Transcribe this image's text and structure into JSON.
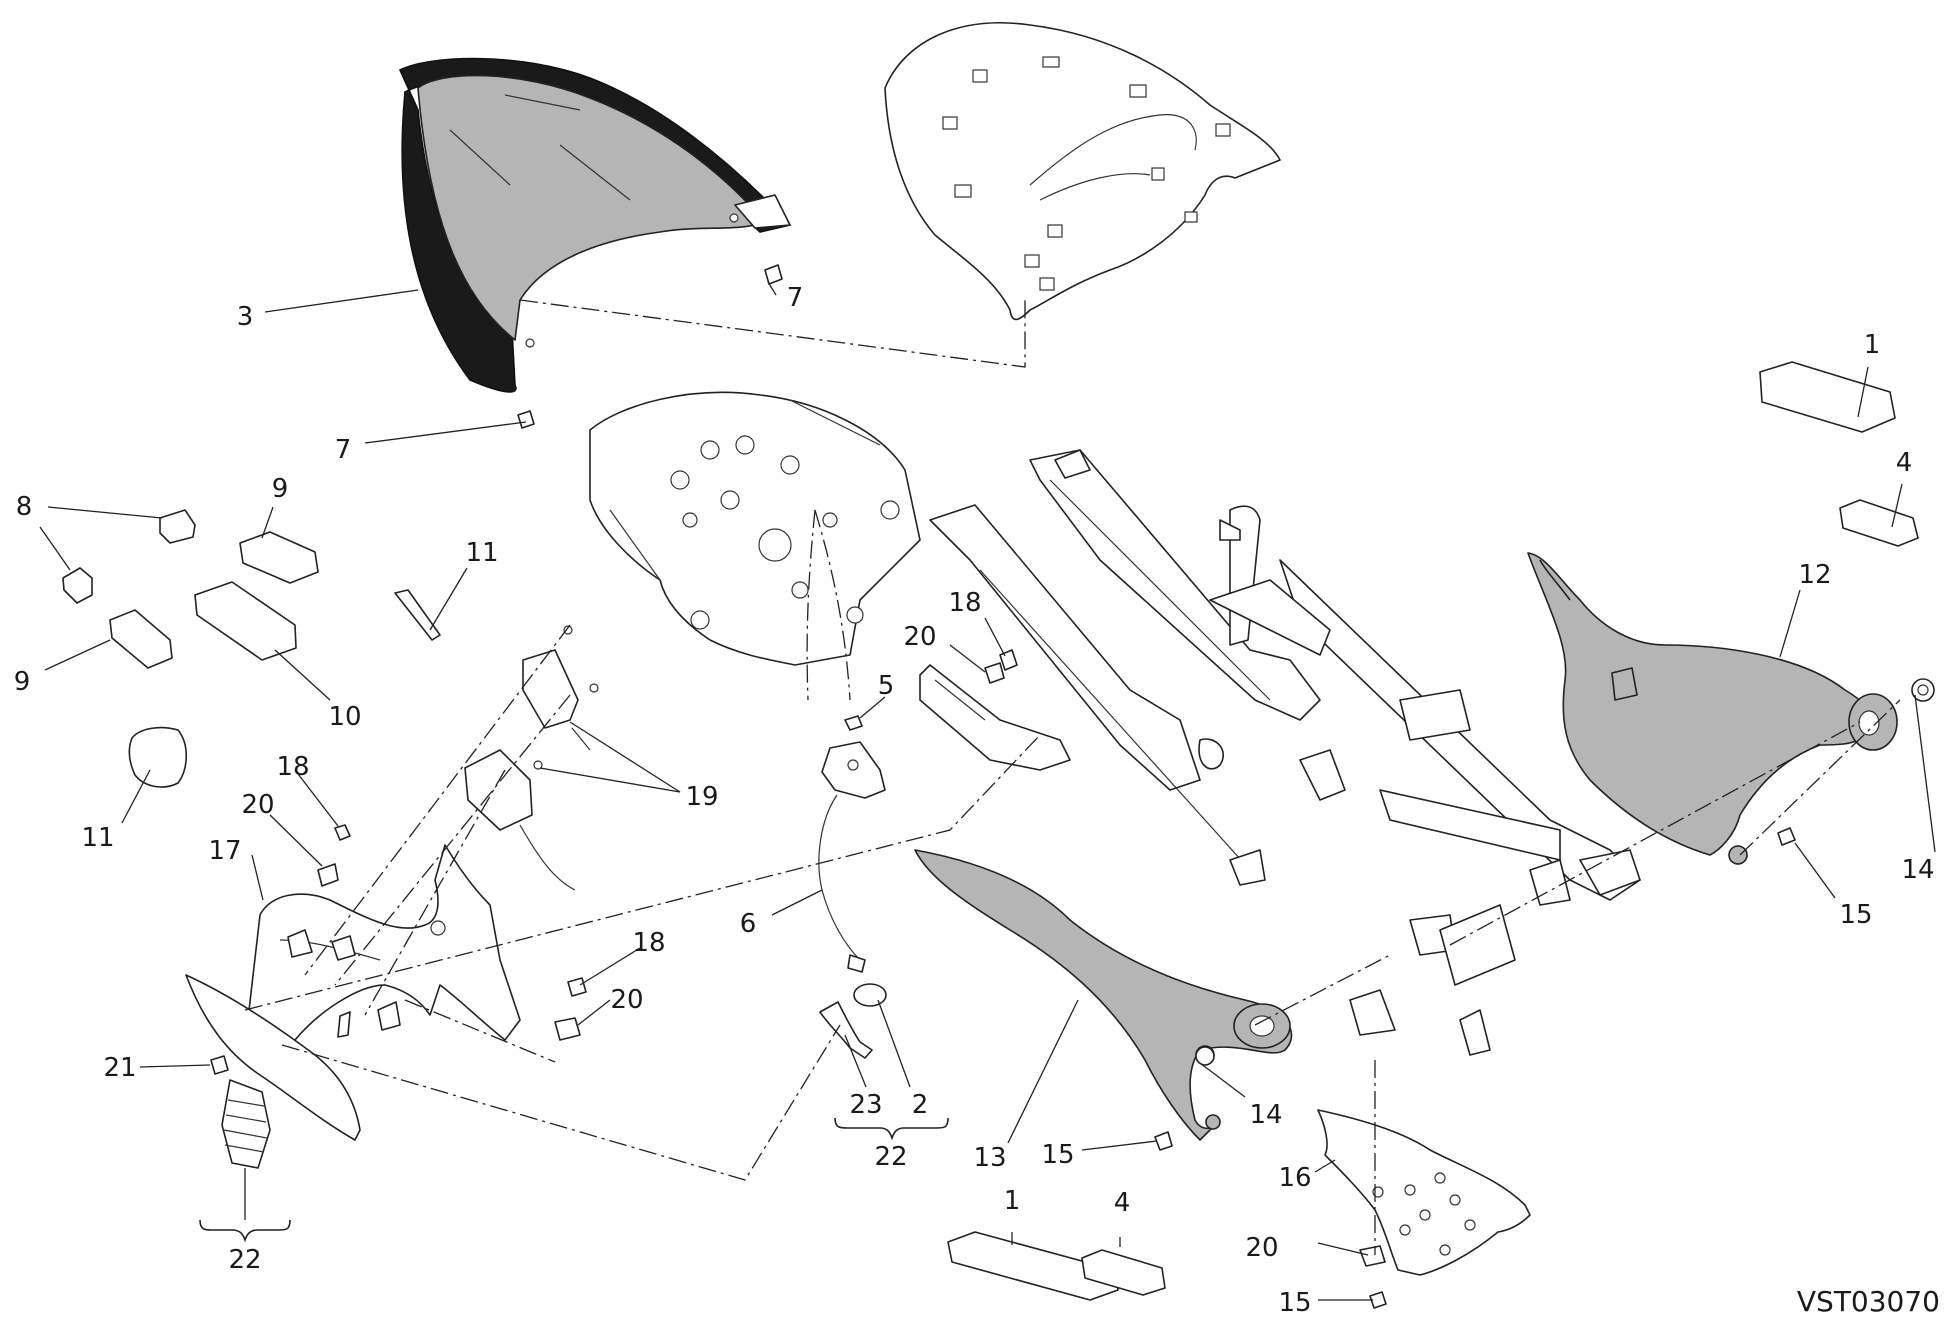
{
  "drawing": {
    "code": "VST03070",
    "callouts": [
      {
        "id": "c1a",
        "label": "1"
      },
      {
        "id": "c1b",
        "label": "1"
      },
      {
        "id": "c2",
        "label": "2"
      },
      {
        "id": "c3",
        "label": "3"
      },
      {
        "id": "c4a",
        "label": "4"
      },
      {
        "id": "c4b",
        "label": "4"
      },
      {
        "id": "c5",
        "label": "5"
      },
      {
        "id": "c6",
        "label": "6"
      },
      {
        "id": "c7a",
        "label": "7"
      },
      {
        "id": "c7b",
        "label": "7"
      },
      {
        "id": "c8",
        "label": "8"
      },
      {
        "id": "c9a",
        "label": "9"
      },
      {
        "id": "c9b",
        "label": "9"
      },
      {
        "id": "c10",
        "label": "10"
      },
      {
        "id": "c11a",
        "label": "11"
      },
      {
        "id": "c11b",
        "label": "11"
      },
      {
        "id": "c12",
        "label": "12"
      },
      {
        "id": "c13",
        "label": "13"
      },
      {
        "id": "c14a",
        "label": "14"
      },
      {
        "id": "c14b",
        "label": "14"
      },
      {
        "id": "c15a",
        "label": "15"
      },
      {
        "id": "c15b",
        "label": "15"
      },
      {
        "id": "c15c",
        "label": "15"
      },
      {
        "id": "c16",
        "label": "16"
      },
      {
        "id": "c17",
        "label": "17"
      },
      {
        "id": "c18a",
        "label": "18"
      },
      {
        "id": "c18b",
        "label": "18"
      },
      {
        "id": "c18c",
        "label": "18"
      },
      {
        "id": "c19",
        "label": "19"
      },
      {
        "id": "c20a",
        "label": "20"
      },
      {
        "id": "c20b",
        "label": "20"
      },
      {
        "id": "c20c",
        "label": "20"
      },
      {
        "id": "c20d",
        "label": "20"
      },
      {
        "id": "c21",
        "label": "21"
      },
      {
        "id": "c22a",
        "label": "22"
      },
      {
        "id": "c22b",
        "label": "22"
      },
      {
        "id": "c23",
        "label": "23"
      }
    ]
  }
}
